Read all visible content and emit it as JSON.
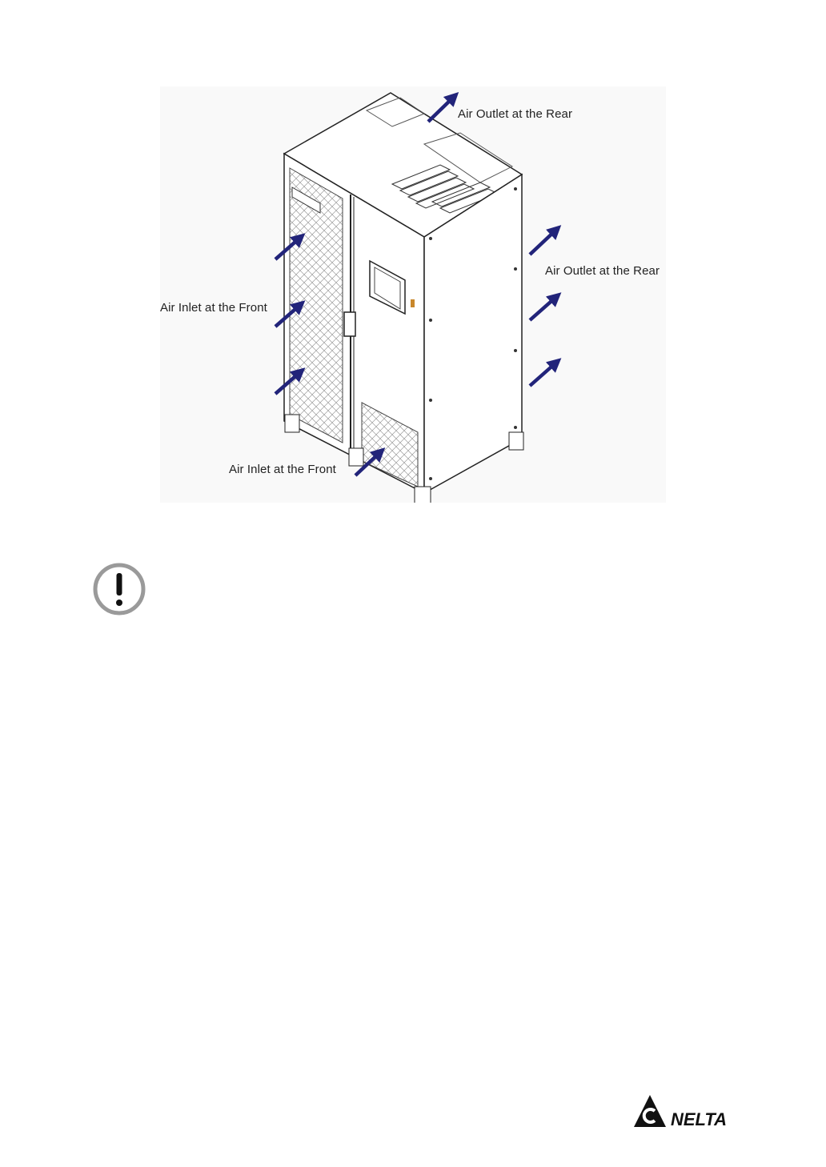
{
  "figure": {
    "labels": {
      "outlet_top": "Air Outlet at the Rear",
      "outlet_side": "Air Outlet at the Rear",
      "inlet_left": "Air Inlet at the Front",
      "inlet_bottom": "Air Inlet at the Front"
    },
    "arrow_color": "#22247a"
  },
  "notice": {
    "icon": "exclamation-circle-icon"
  },
  "footer": {
    "logo_text": "NELTA",
    "logo_name": "delta-logo"
  }
}
